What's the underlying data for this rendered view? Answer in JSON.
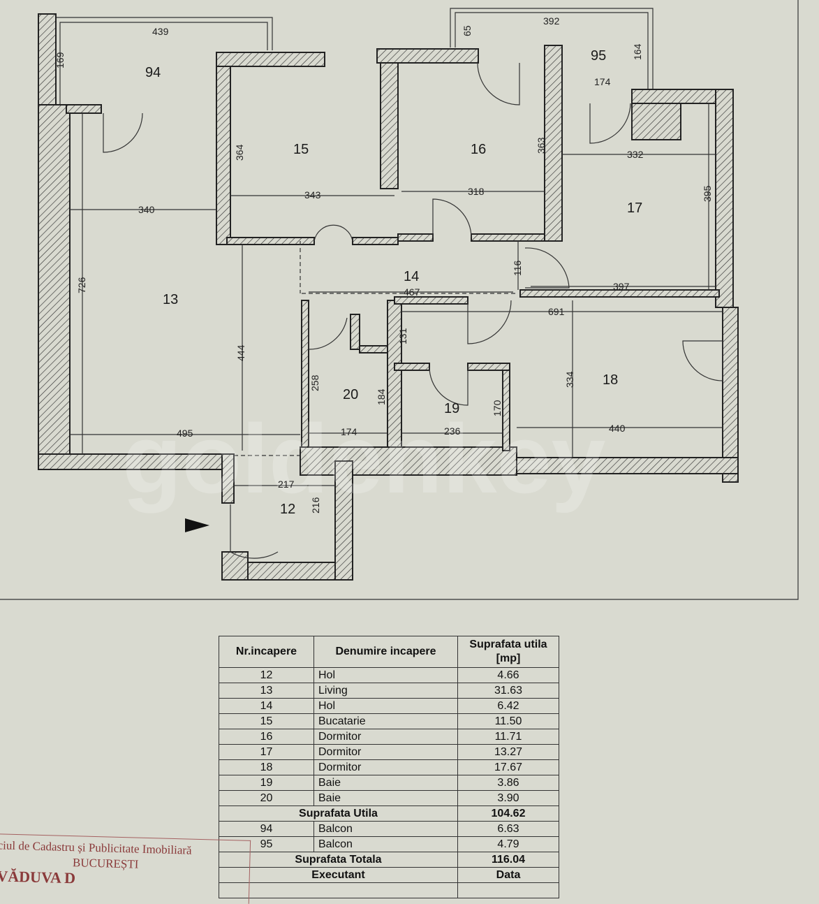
{
  "plan": {
    "rooms": {
      "r94": "94",
      "r95": "95",
      "r15": "15",
      "r16": "16",
      "r17": "17",
      "r14": "14",
      "r13": "13",
      "r20": "20",
      "r19": "19",
      "r18": "18",
      "r12": "12"
    },
    "dimensions": {
      "d439": "439",
      "d169": "169",
      "d392": "392",
      "d65": "65",
      "d164": "164",
      "d174a": "174",
      "d364": "364",
      "d343": "343",
      "d340": "340",
      "d318": "318",
      "d363": "363",
      "d332": "332",
      "d395": "395",
      "d726": "726",
      "d444": "444",
      "d467": "467",
      "d116": "116",
      "d397": "397",
      "d691": "691",
      "d131": "131",
      "d258": "258",
      "d184": "184",
      "d170": "170",
      "d334": "334",
      "d495": "495",
      "d174b": "174",
      "d236": "236",
      "d440": "440",
      "d217": "217",
      "d216": "216"
    },
    "watermark": "goldenkey"
  },
  "table": {
    "headers": {
      "nr": "Nr.incapere",
      "name": "Denumire incapere",
      "area": "Suprafata utila [mp]"
    },
    "rows": [
      {
        "nr": "12",
        "name": "Hol",
        "area": "4.66"
      },
      {
        "nr": "13",
        "name": "Living",
        "area": "31.63"
      },
      {
        "nr": "14",
        "name": "Hol",
        "area": "6.42"
      },
      {
        "nr": "15",
        "name": "Bucatarie",
        "area": "11.50"
      },
      {
        "nr": "16",
        "name": "Dormitor",
        "area": "11.71"
      },
      {
        "nr": "17",
        "name": "Dormitor",
        "area": "13.27"
      },
      {
        "nr": "18",
        "name": "Dormitor",
        "area": "17.67"
      },
      {
        "nr": "19",
        "name": "Baie",
        "area": "3.86"
      },
      {
        "nr": "20",
        "name": "Baie",
        "area": "3.90"
      }
    ],
    "useful_label": "Suprafata Utila",
    "useful_value": "104.62",
    "balconies": [
      {
        "nr": "94",
        "name": "Balcon",
        "area": "6.63"
      },
      {
        "nr": "95",
        "name": "Balcon",
        "area": "4.79"
      }
    ],
    "total_label": "Suprafata Totala",
    "total_value": "116.04",
    "executant_label": "Executant",
    "date_label": "Data"
  },
  "stamp": {
    "line1": "ciul de Cadastru și Publicitate Imobiliară",
    "line2": "BUCUREȘTI",
    "line3": "VĂDUVA D"
  }
}
